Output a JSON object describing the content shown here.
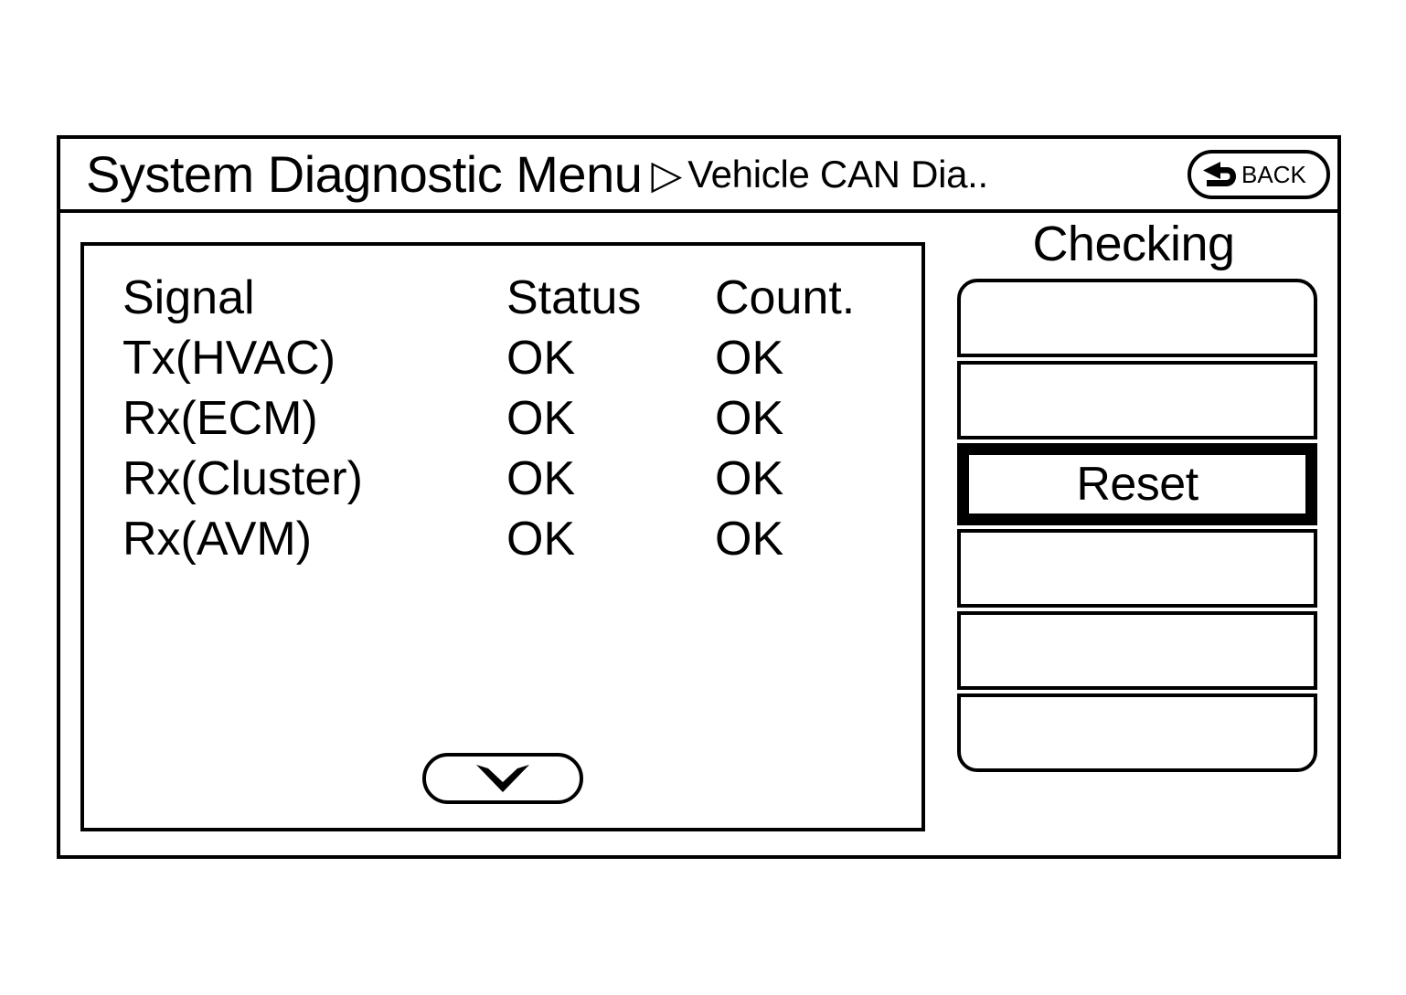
{
  "screen": {
    "title_main": "System Diagnostic Menu",
    "breadcrumb_separator": "▷",
    "title_sub": "Vehicle CAN Dia..",
    "back_button": {
      "label": "BACK",
      "icon": "back-arrow-icon"
    }
  },
  "list_panel": {
    "columns": [
      "Signal",
      "Status",
      "Count."
    ],
    "rows": [
      {
        "signal": "Tx(HVAC)",
        "status": "OK",
        "count": "OK"
      },
      {
        "signal": "Rx(ECM)",
        "status": "OK",
        "count": "OK"
      },
      {
        "signal": "Rx(Cluster)",
        "status": "OK",
        "count": "OK"
      },
      {
        "signal": "Rx(AVM)",
        "status": "OK",
        "count": "OK"
      }
    ],
    "scroll_down": {
      "icon": "chevron-down-icon"
    }
  },
  "side_panel": {
    "status_text": "Checking",
    "buttons": [
      {
        "label": "",
        "selected": false
      },
      {
        "label": "",
        "selected": false
      },
      {
        "label": "Reset",
        "selected": true
      },
      {
        "label": "",
        "selected": false
      },
      {
        "label": "",
        "selected": false
      },
      {
        "label": "",
        "selected": false
      }
    ]
  },
  "colors": {
    "foreground": "#000000",
    "background": "#ffffff"
  }
}
